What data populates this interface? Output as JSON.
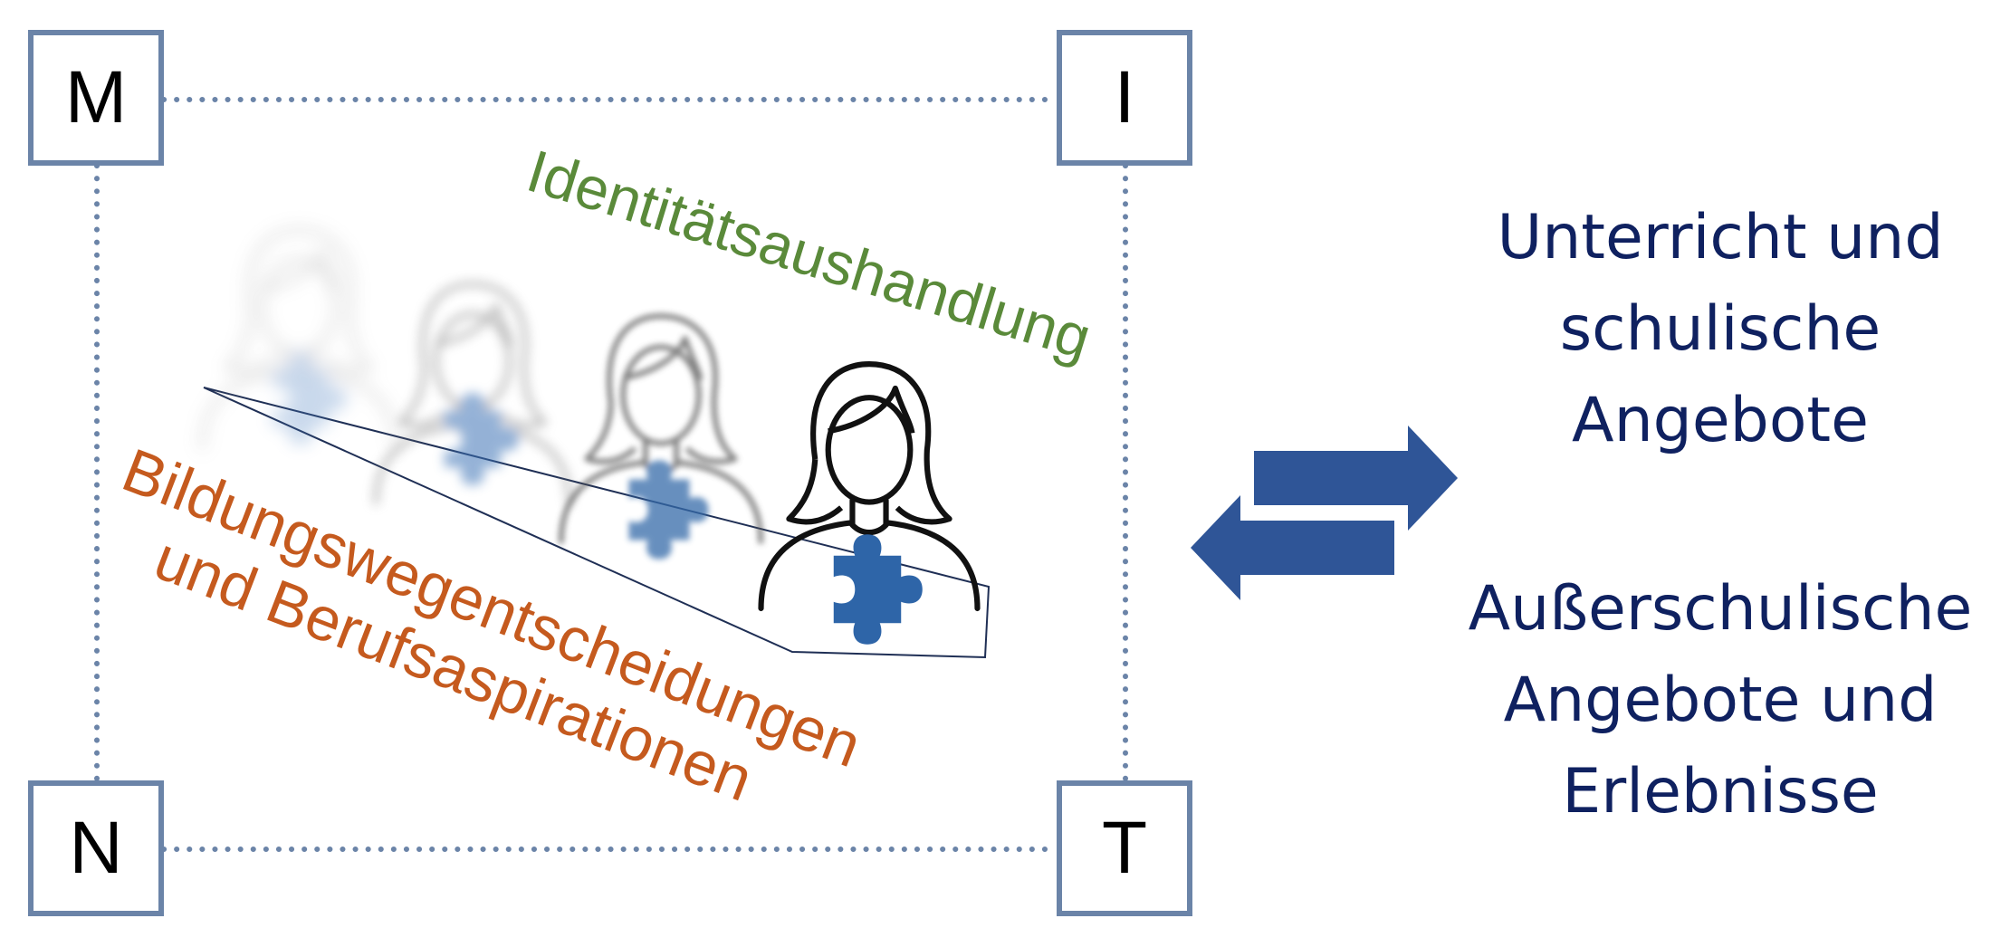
{
  "corners": {
    "m": "M",
    "i": "I",
    "n": "N",
    "t": "T"
  },
  "labels": {
    "identity": "Identitätsaushandlung",
    "education_line1": "Bildungswegentscheidungen",
    "education_line2": "und Berufsaspirationen"
  },
  "offers": {
    "school": [
      "Unterricht und",
      "schulische",
      "Angebote"
    ],
    "extracurricular": [
      "Außerschulische",
      "Angebote und",
      "Erlebnisse"
    ]
  },
  "colors": {
    "frame_border": "#6b84a8",
    "dotted_line": "#6b84a8",
    "identity_text": "#5a8a3a",
    "education_text": "#c55a1e",
    "offers_text": "#0f2160",
    "arrows": "#2f5597",
    "puzzle": "#2e65a8"
  },
  "icons": [
    "person-icon",
    "puzzle-piece-icon",
    "bidirectional-arrows-icon"
  ]
}
